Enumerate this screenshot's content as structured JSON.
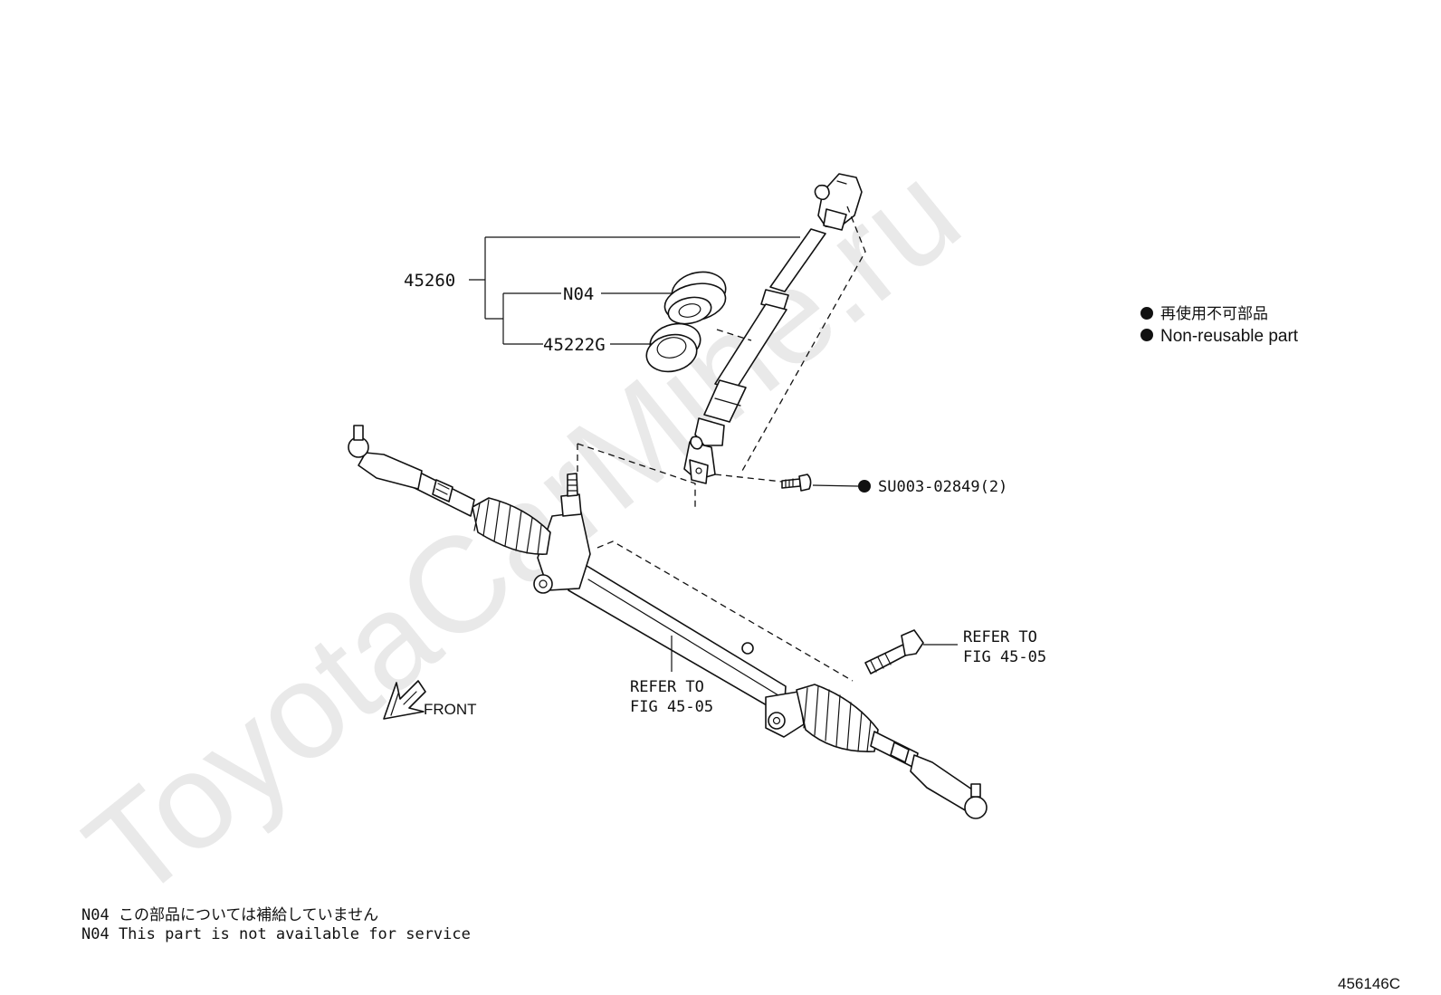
{
  "watermark": "ToyotaCarMine.ru",
  "callouts": {
    "assembly": "45260",
    "boot": "N04",
    "seal": "45222G",
    "bolt": "SU003-02849(2)",
    "refer_1_line1": "REFER TO",
    "refer_1_line2": "FIG 45-05",
    "refer_2_line1": "REFER TO",
    "refer_2_line2": "FIG 45-05"
  },
  "front_label": "FRONT",
  "legend": {
    "jp": "再使用不可部品",
    "en": "Non-reusable part"
  },
  "notes": {
    "jp": "N04 この部品については補給していません",
    "en": "N04 This part is not available for service"
  },
  "figure_code": "456146C",
  "icons": [
    "non-reusable-dot-icon",
    "front-arrow-icon"
  ]
}
